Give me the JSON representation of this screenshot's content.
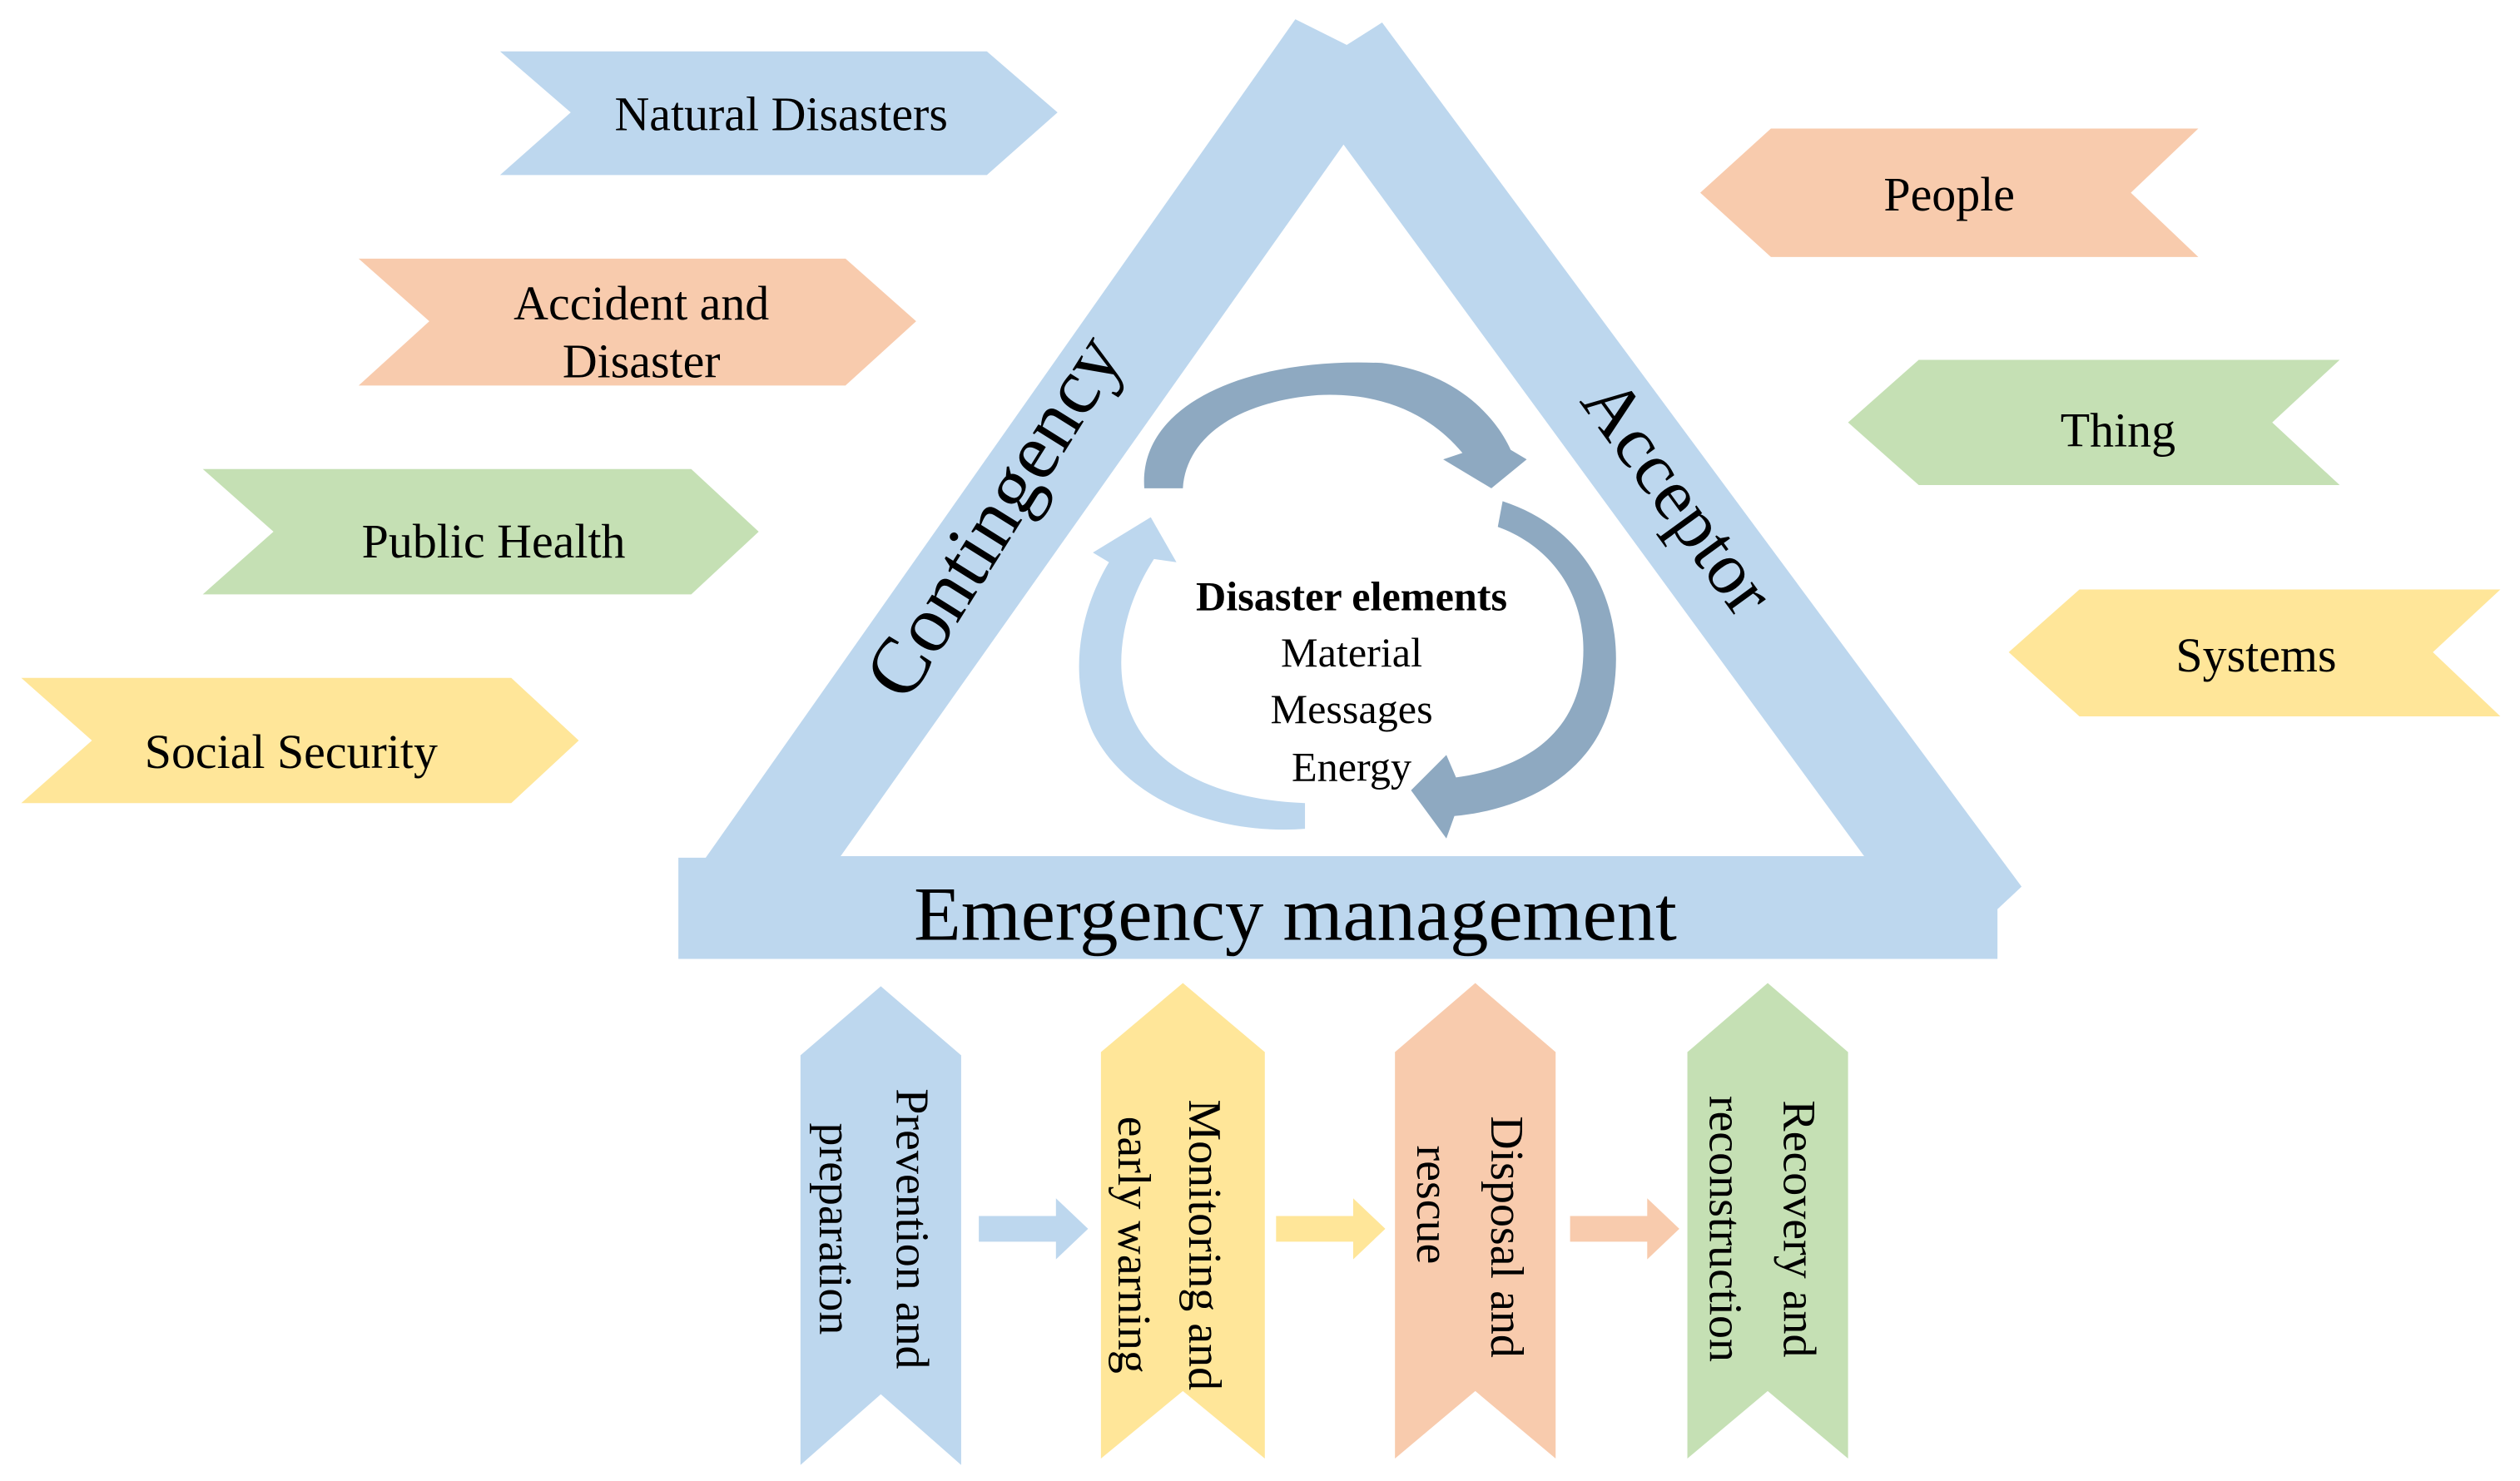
{
  "colors": {
    "blue": "#bdd7ee",
    "orange": "#f8cbad",
    "green": "#c5e0b4",
    "yellow": "#ffe699",
    "cycle_dark": "#8ea9c1",
    "cycle_light": "#bdd7ee"
  },
  "hazards": [
    {
      "id": "natural-disasters",
      "lines": [
        "Natural Disasters"
      ],
      "color": "blue"
    },
    {
      "id": "accident-and-disaster",
      "lines": [
        "Accident and",
        "Disaster"
      ],
      "color": "orange"
    },
    {
      "id": "public-health",
      "lines": [
        "Public Health"
      ],
      "color": "green"
    },
    {
      "id": "social-security",
      "lines": [
        "Social Security"
      ],
      "color": "yellow"
    }
  ],
  "acceptors": [
    {
      "id": "people",
      "lines": [
        "People"
      ],
      "color": "orange"
    },
    {
      "id": "thing",
      "lines": [
        "Thing"
      ],
      "color": "green"
    },
    {
      "id": "systems",
      "lines": [
        "Systems"
      ],
      "color": "yellow"
    }
  ],
  "triangle": {
    "left_label": "Contingency",
    "right_label": "Acceptor",
    "bottom_label": "Emergency management"
  },
  "center": {
    "title": "Disaster elements",
    "items": [
      "Material",
      "Messages",
      "Energy"
    ]
  },
  "stages": [
    {
      "id": "prevention-and-preparation",
      "lines": [
        "Prevention and",
        "preparation"
      ],
      "color": "blue"
    },
    {
      "id": "monitoring-and-early-warning",
      "lines": [
        "Monitoring and",
        "early warning"
      ],
      "color": "yellow"
    },
    {
      "id": "disposal-and-rescue",
      "lines": [
        "Disposal and",
        "rescue"
      ],
      "color": "orange"
    },
    {
      "id": "recovery-and-reconstruction",
      "lines": [
        "Recovery and",
        "reconstruction"
      ],
      "color": "green"
    }
  ],
  "stage_arrow_colors": [
    "blue",
    "yellow",
    "orange"
  ]
}
